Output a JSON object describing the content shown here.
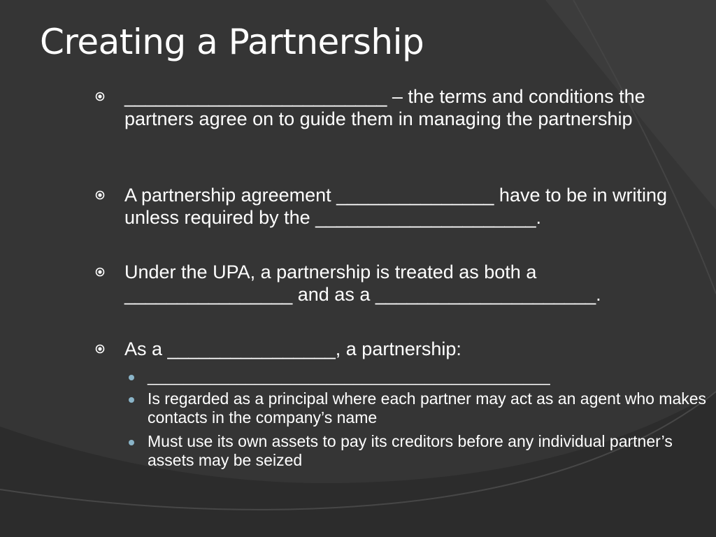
{
  "slide": {
    "title": "Creating a Partnership",
    "bullets": [
      {
        "text": "_________________________ – the terms and conditions the partners agree on to guide them in managing the partnership"
      },
      {
        "text": "A partnership agreement _______________ have to be in writing unless required by the _____________________."
      },
      {
        "text": "Under the UPA, a partnership is treated as both a ________________ and as a _____________________."
      },
      {
        "text": "As a ________________, a partnership:"
      }
    ],
    "sub_bullets": [
      {
        "text": "_____________________________________________"
      },
      {
        "text": "Is regarded as a principal where each partner may act as an agent who makes contacts in the company’s name"
      },
      {
        "text": "Must use its own assets to pay its creditors before any individual partner’s assets may be seized"
      }
    ]
  },
  "colors": {
    "background": "#353535",
    "background_dark": "#2b2b2b",
    "background_light": "#4a4a4a",
    "text": "#ffffff",
    "sub_bullet_dot": "#8ab4c8"
  }
}
